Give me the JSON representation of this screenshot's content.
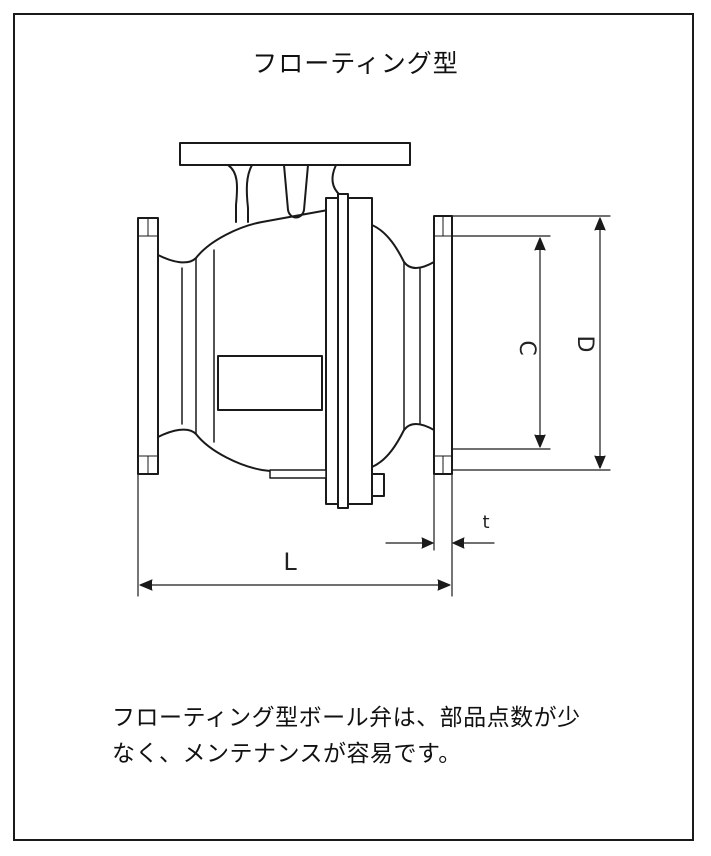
{
  "title": "フローティング型",
  "dimension_labels": {
    "C": "C",
    "D": "D",
    "L": "L",
    "t": "t"
  },
  "caption": {
    "line1": "フローティング型ボール弁は、部品点数が少",
    "line2": "なく、メンテナンスが容易です。"
  }
}
